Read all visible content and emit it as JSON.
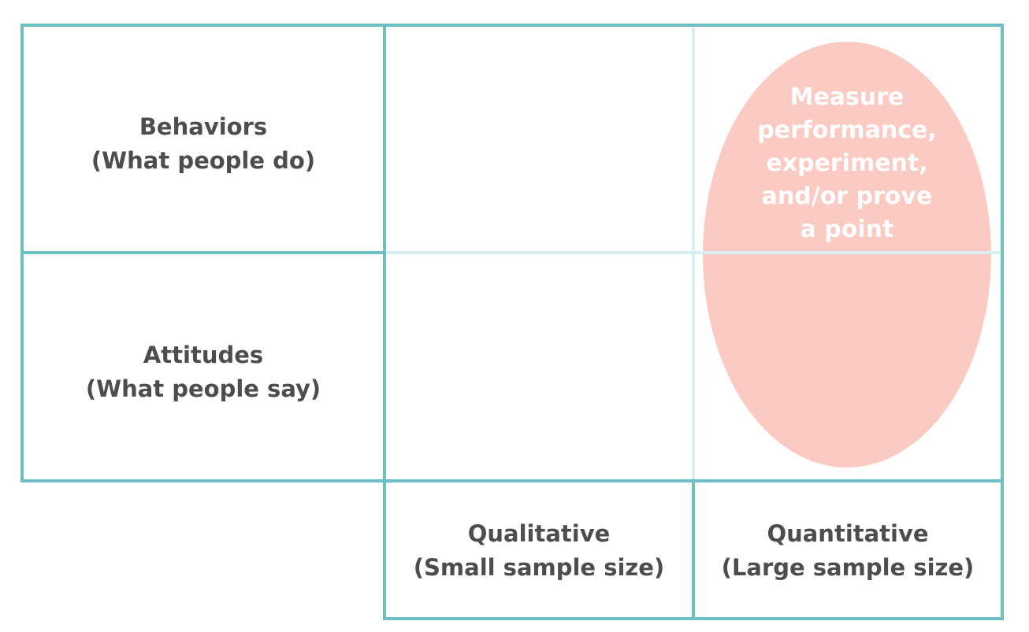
{
  "rows": {
    "behaviors": {
      "title": "Behaviors",
      "subtitle": "(What people do)"
    },
    "attitudes": {
      "title": "Attitudes",
      "subtitle": "(What people say)"
    }
  },
  "columns": {
    "qualitative": {
      "title": "Qualitative",
      "subtitle": "(Small sample size)"
    },
    "quantitative": {
      "title": "Quantitative",
      "subtitle": "(Large sample size)"
    }
  },
  "highlight": {
    "lines": [
      "Measure",
      "performance,",
      "experiment,",
      "and/or prove",
      "a point"
    ],
    "color": "#f9b8ad"
  },
  "colors": {
    "grid": "#6dbfc4",
    "grid_faint": "#d8eef0",
    "text": "#4d4d4d"
  }
}
